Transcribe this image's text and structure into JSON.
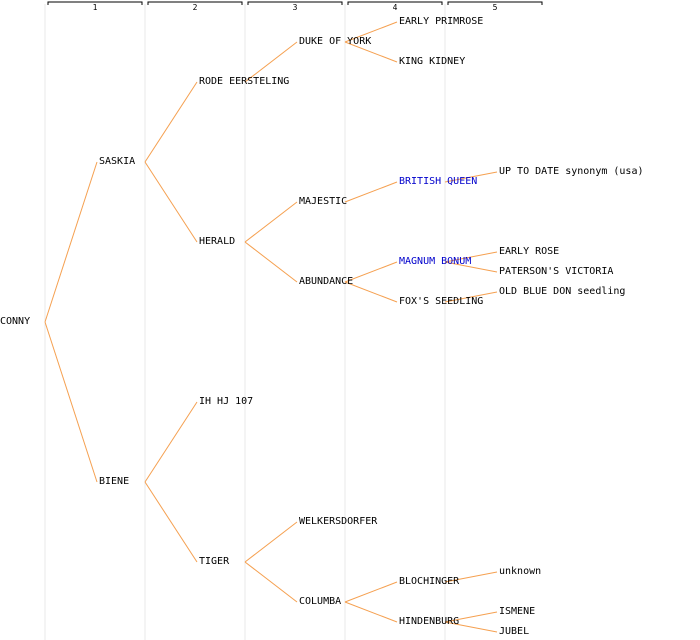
{
  "colors": {
    "edge": "#f5a050",
    "text": "#000000",
    "link": "#0000cc",
    "column_line": "#e8e8e8"
  },
  "generations": [
    "1",
    "2",
    "3",
    "4",
    "5"
  ],
  "nodes": [
    {
      "id": "conny",
      "label": "CONNY",
      "gen": 0,
      "row": 15
    },
    {
      "id": "saskia",
      "label": "SASKIA",
      "gen": 1,
      "row": 7,
      "parent": "conny"
    },
    {
      "id": "biene",
      "label": "BIENE",
      "gen": 1,
      "row": 23,
      "parent": "conny"
    },
    {
      "id": "rode-eersteling",
      "label": "RODE EERSTELING",
      "gen": 2,
      "row": 3,
      "parent": "saskia"
    },
    {
      "id": "herald",
      "label": "HERALD",
      "gen": 2,
      "row": 11,
      "parent": "saskia"
    },
    {
      "id": "ih-hj-107",
      "label": "IH HJ 107",
      "gen": 2,
      "row": 19,
      "parent": "biene"
    },
    {
      "id": "tiger",
      "label": "TIGER",
      "gen": 2,
      "row": 27,
      "parent": "biene"
    },
    {
      "id": "duke-of-york",
      "label": "DUKE OF YORK",
      "gen": 3,
      "row": 1,
      "parent": "rode-eersteling"
    },
    {
      "id": "majestic",
      "label": "MAJESTIC",
      "gen": 3,
      "row": 9,
      "parent": "herald"
    },
    {
      "id": "abundance",
      "label": "ABUNDANCE",
      "gen": 3,
      "row": 13,
      "parent": "herald"
    },
    {
      "id": "welkersdorfer",
      "label": "WELKERSDORFER",
      "gen": 3,
      "row": 25,
      "parent": "tiger"
    },
    {
      "id": "columba",
      "label": "COLUMBA",
      "gen": 3,
      "row": 29,
      "parent": "tiger"
    },
    {
      "id": "early-primrose",
      "label": "EARLY PRIMROSE",
      "gen": 4,
      "row": 0,
      "parent": "duke-of-york"
    },
    {
      "id": "king-kidney",
      "label": "KING KIDNEY",
      "gen": 4,
      "row": 2,
      "parent": "duke-of-york"
    },
    {
      "id": "british-queen",
      "label": "BRITISH QUEEN",
      "gen": 4,
      "row": 8,
      "parent": "majestic",
      "link": true
    },
    {
      "id": "magnum-bonum",
      "label": "MAGNUM BONUM",
      "gen": 4,
      "row": 12,
      "parent": "abundance",
      "link": true
    },
    {
      "id": "foxs-seedling",
      "label": "FOX'S SEEDLING",
      "gen": 4,
      "row": 14,
      "parent": "abundance"
    },
    {
      "id": "blochinger",
      "label": "BLOCHINGER",
      "gen": 4,
      "row": 28,
      "parent": "columba"
    },
    {
      "id": "hindenburg",
      "label": "HINDENBURG",
      "gen": 4,
      "row": 30,
      "parent": "columba"
    },
    {
      "id": "up-to-date",
      "label": "UP TO DATE synonym (usa)",
      "gen": 5,
      "row": 7.5,
      "parent": "british-queen"
    },
    {
      "id": "early-rose",
      "label": "EARLY ROSE",
      "gen": 5,
      "row": 11.5,
      "parent": "magnum-bonum"
    },
    {
      "id": "patersons-victoria",
      "label": "PATERSON'S VICTORIA",
      "gen": 5,
      "row": 12.5,
      "parent": "magnum-bonum"
    },
    {
      "id": "old-blue-don",
      "label": "OLD BLUE DON seedling",
      "gen": 5,
      "row": 13.5,
      "parent": "foxs-seedling"
    },
    {
      "id": "unknown",
      "label": "unknown",
      "gen": 5,
      "row": 27.5,
      "parent": "blochinger"
    },
    {
      "id": "ismene",
      "label": "ISMENE",
      "gen": 5,
      "row": 29.5,
      "parent": "hindenburg"
    },
    {
      "id": "jubel",
      "label": "JUBEL",
      "gen": 5,
      "row": 30.5,
      "parent": "hindenburg"
    }
  ]
}
